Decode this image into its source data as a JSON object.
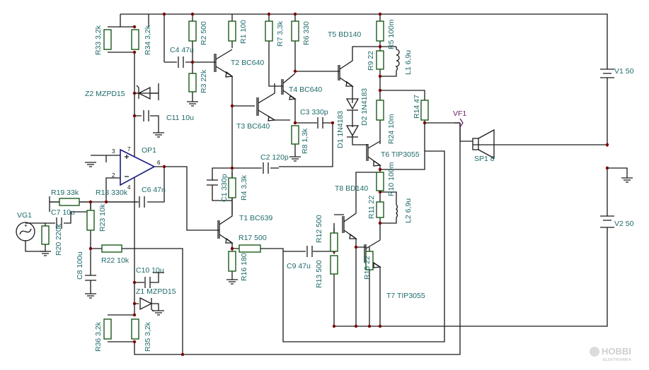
{
  "labels": {
    "r33": "R33 3,2k",
    "r34": "R34 3,2k",
    "c4": "C4 47u",
    "r2": "R2 500",
    "r3": "R3 22k",
    "t2": "T2 BC640",
    "r1": "R1 100",
    "r7": "R7 3,3k",
    "r6": "R6 330",
    "t5": "T5 BD140",
    "r5": "R5 100m",
    "r9": "R9 22",
    "l1": "L1 6,9u",
    "z2": "Z2 MZPD15",
    "c11": "C11 10u",
    "t4": "T4 BC640",
    "d2": "D2 1N4183",
    "r14": "R14 47",
    "r24": "R24 10m",
    "vf1": "VF1",
    "v1": "V1 50",
    "c3": "C3 330p",
    "t3": "T3 BC640",
    "r8": "R8 1,3k",
    "d1": "D1 1N4183",
    "sp1": "SP1 8",
    "t6": "T6 TIP3055",
    "op1": "OP1",
    "c2": "C2 120p",
    "c1": "C1 330p",
    "r4": "R4 3,3k",
    "t8": "T8 BD140",
    "r10": "R10 100m",
    "r19": "R19 33k",
    "r18": "R18 330k",
    "c6": "C6 47n",
    "c7": "C7 10u",
    "vg1": "VG1",
    "r23": "R23 10k",
    "t1": "T1 BC639",
    "r12": "R12 500",
    "r11": "R11 22",
    "l2": "L2 6,9u",
    "v2": "V2 50",
    "r17": "R17 500",
    "r20": "R20 220k",
    "r22": "R22 10k",
    "c8": "C8 100u",
    "r16": "R16 180",
    "c9": "C9 47u",
    "r13": "R13 500",
    "r15": "R15 22",
    "c10": "C10 10u",
    "z1": "Z1 MZPD15",
    "t7": "T7 TIP3055",
    "r36": "R36 3,2k",
    "r35": "R35 3,2k"
  },
  "pins": {
    "p3": "3",
    "p2": "2",
    "p6": "6",
    "p4": "4",
    "p7": "7"
  },
  "watermark": {
    "text": "HOBBI",
    "sub": "ELEKTRONIKA"
  },
  "colors": {
    "wire": "#1a1a1a",
    "component": "#1a5a1a",
    "label": "#1f6a6a",
    "opamp": "#1a1a80",
    "junction": "#7a0000"
  }
}
